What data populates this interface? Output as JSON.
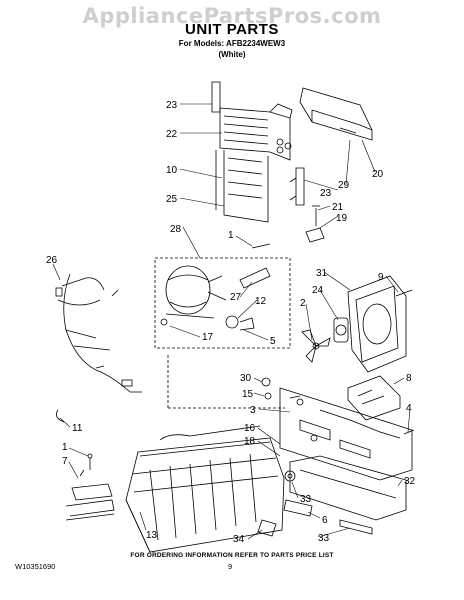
{
  "watermark": "AppliancePartsPros.com",
  "title": "UNIT PARTS",
  "subtitle_line1": "For Models: AFB2234WEW3",
  "subtitle_line2": "(White)",
  "footer_note": "FOR ORDERING INFORMATION REFER TO PARTS PRICE LIST",
  "doc_number": "W10351690",
  "page_number": "9",
  "callouts": [
    "23",
    "22",
    "10",
    "25",
    "28",
    "1",
    "26",
    "27",
    "12",
    "17",
    "5",
    "21",
    "19",
    "20",
    "29",
    "23",
    "31",
    "24",
    "2",
    "9",
    "30",
    "15",
    "3",
    "8",
    "4",
    "11",
    "16",
    "18",
    "1",
    "7",
    "13",
    "33",
    "32",
    "6",
    "33",
    "34"
  ]
}
